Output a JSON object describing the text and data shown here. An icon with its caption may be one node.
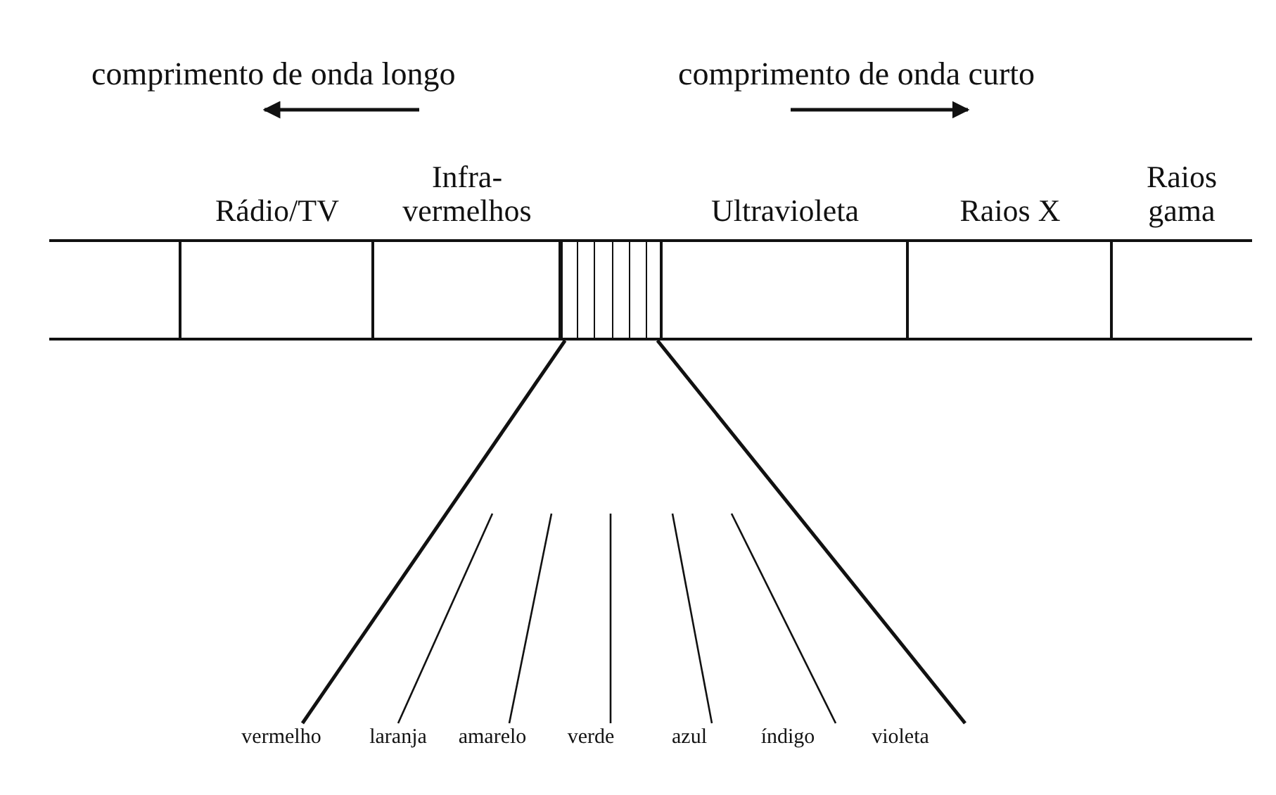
{
  "diagram": {
    "nodes": [
      {
        "text": [],
        "shape": "box"
      },
      {
        "text": [
          "Rádio/TV"
        ]
      },
      {
        "text": [
          "Infra-vermelhos"
        ]
      },
      {
        "text": [],
        "shape": "box"
      },
      {
        "text": [
          "Ultravioleta"
        ]
      },
      {
        "text": [
          "Raios X"
        ]
      },
      {
        "text": [
          "Raios gama"
        ]
      },
      {
        "text": [
          "vermelho"
        ]
      },
      {
        "text": [
          "laranja"
        ]
      },
      {
        "text": [
          "amarelo"
        ]
      },
      {
        "text": [
          "verde"
        ]
      },
      {
        "text": [
          "azul"
        ]
      },
      {
        "text": [
          "índigo"
        ]
      },
      {
        "text": [
          "violeta"
        ]
      }
    ],
    "edges": [
      {
        "from": 3,
        "to": 7,
        "arrow": "none"
      },
      {
        "from": null,
        "to": 8,
        "arrow": "none"
      },
      {
        "from": null,
        "to": 9,
        "arrow": "none"
      },
      {
        "from": null,
        "to": 10,
        "arrow": "none"
      },
      {
        "from": null,
        "to": 11,
        "arrow": "none"
      },
      {
        "from": null,
        "to": 12,
        "arrow": "none"
      },
      {
        "from": 3,
        "to": 13,
        "arrow": "none"
      }
    ],
    "labels": [
      "comprimento de onda longo",
      "comprimento de onda curto"
    ]
  }
}
